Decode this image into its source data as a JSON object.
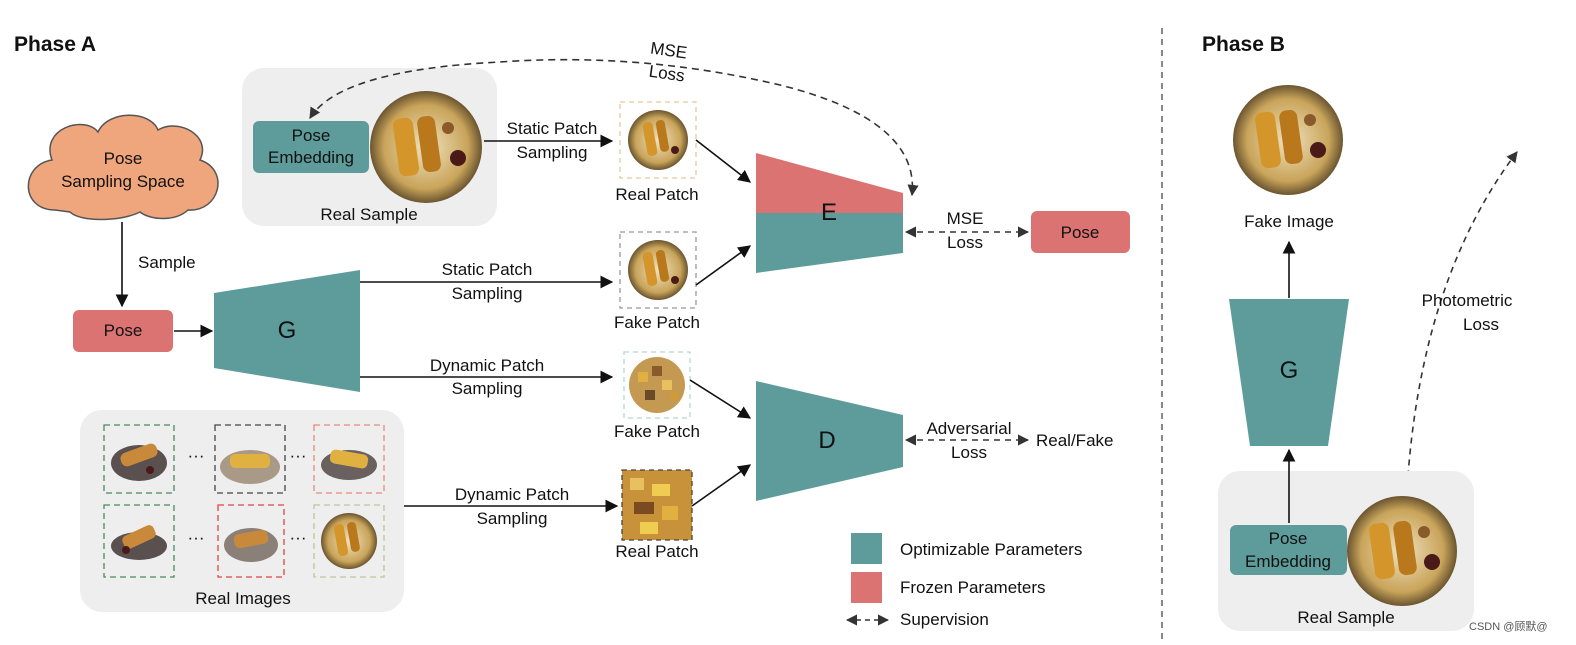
{
  "colors": {
    "optimizable": "#5e9c9b",
    "frozen": "#dc7373",
    "cloud": "#f0a67c",
    "panel": "#eeeeee",
    "food_plate": "#c9a45a",
    "food_item": "#d4962a"
  },
  "phase_a": {
    "title": "Phase A",
    "cloud": [
      "Pose",
      "Sampling Space"
    ],
    "sample_label": "Sample",
    "pose_label": "Pose",
    "real_sample_group": {
      "pose_embedding": [
        "Pose",
        "Embedding"
      ],
      "caption": "Real Sample"
    },
    "mse_loss_top": [
      "MSE",
      "Loss"
    ],
    "static_patch_sampling": [
      "Static Patch",
      "Sampling"
    ],
    "real_patch_top": "Real Patch",
    "encoder_label": "E",
    "mse_loss_right": [
      "MSE",
      "Loss"
    ],
    "pose_output_label": "Pose",
    "generator_label": "G",
    "static_patch_sampling_2": [
      "Static Patch",
      "Sampling"
    ],
    "fake_patch_1": "Fake Patch",
    "dynamic_patch_sampling": [
      "Dynamic Patch",
      "Sampling"
    ],
    "fake_patch_2": "Fake Patch",
    "discriminator_label": "D",
    "adversarial_loss": [
      "Adversarial",
      "Loss"
    ],
    "real_fake": "Real/Fake",
    "real_images_caption": "Real Images",
    "ellipsis": "···",
    "dynamic_patch_sampling_2": [
      "Dynamic Patch",
      "Sampling"
    ],
    "real_patch_bottom": "Real Patch"
  },
  "legend": {
    "optimizable": "Optimizable Parameters",
    "frozen": "Frozen Parameters",
    "supervision": "Supervision"
  },
  "phase_b": {
    "title": "Phase B",
    "fake_image": "Fake Image",
    "generator_label": "G",
    "photometric_loss": [
      "Photometric",
      "Loss"
    ],
    "pose_embedding": [
      "Pose",
      "Embedding"
    ],
    "real_sample": "Real Sample"
  },
  "watermark": "CSDN @顾默@"
}
